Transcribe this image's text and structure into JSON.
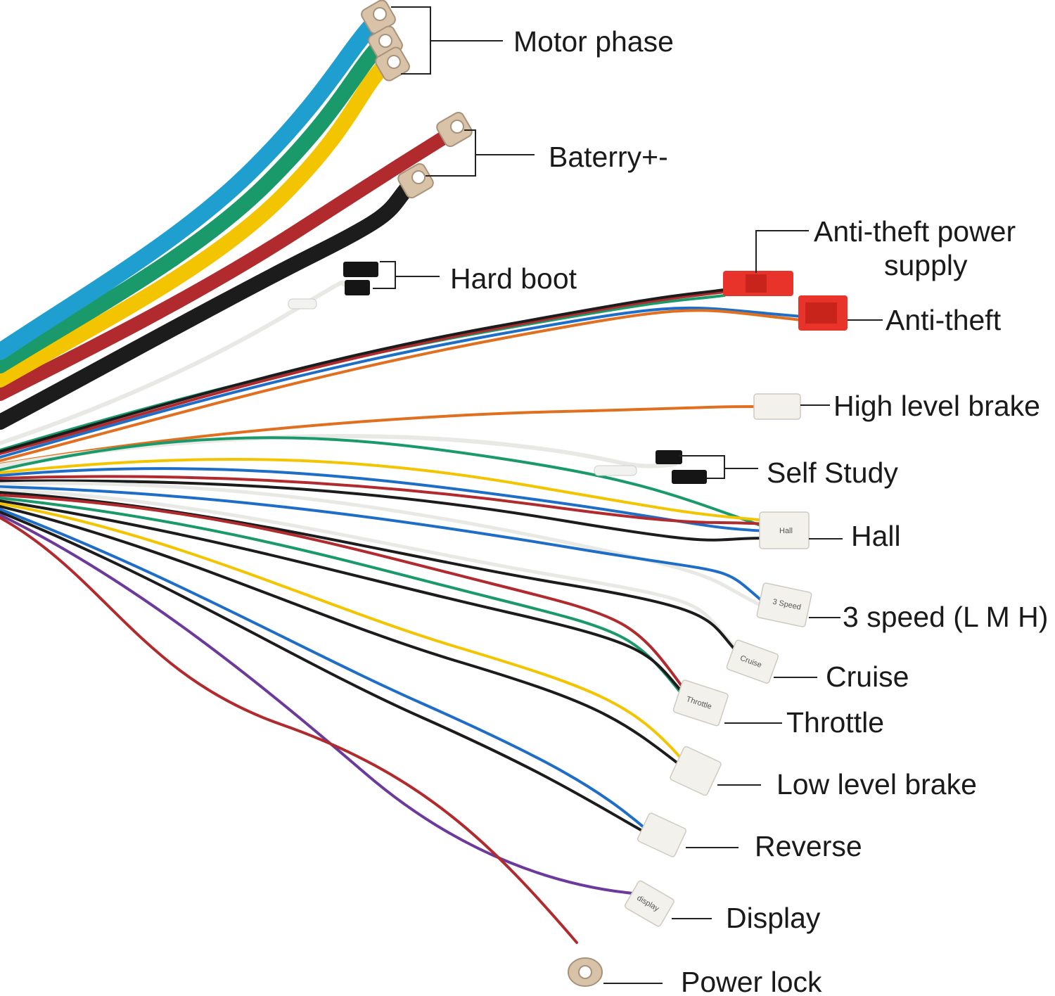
{
  "labels": {
    "motor_phase": "Motor phase",
    "battery": "Baterry+-",
    "hard_boot": "Hard boot",
    "anti_theft_power_line1": "Anti-theft power",
    "anti_theft_power_line2": "supply",
    "anti_theft": "Anti-theft",
    "high_level_brake": "High level brake",
    "self_study": "Self Study",
    "hall": "Hall",
    "three_speed": "3 speed (L M H)",
    "cruise": "Cruise",
    "throttle": "Throttle",
    "low_level_brake": "Low level brake",
    "reverse": "Reverse",
    "display": "Display",
    "power_lock": "Power lock"
  },
  "connector_text": {
    "hall": "Hall",
    "three_speed": "3 Speed",
    "cruise": "Cruise",
    "throttle": "Throttle",
    "display": "display"
  },
  "colors": {
    "blue": "#1e9fd0",
    "green": "#1a9a6a",
    "yellow": "#f2c500",
    "red": "#b02a2e",
    "black": "#1c1c1c",
    "white": "#e8e8e4",
    "orange": "#e07020",
    "purple": "#6b3a9a",
    "anti_theft_red": "#e8332a",
    "black_connector": "#151515",
    "terminal": "#d9c3a8"
  }
}
